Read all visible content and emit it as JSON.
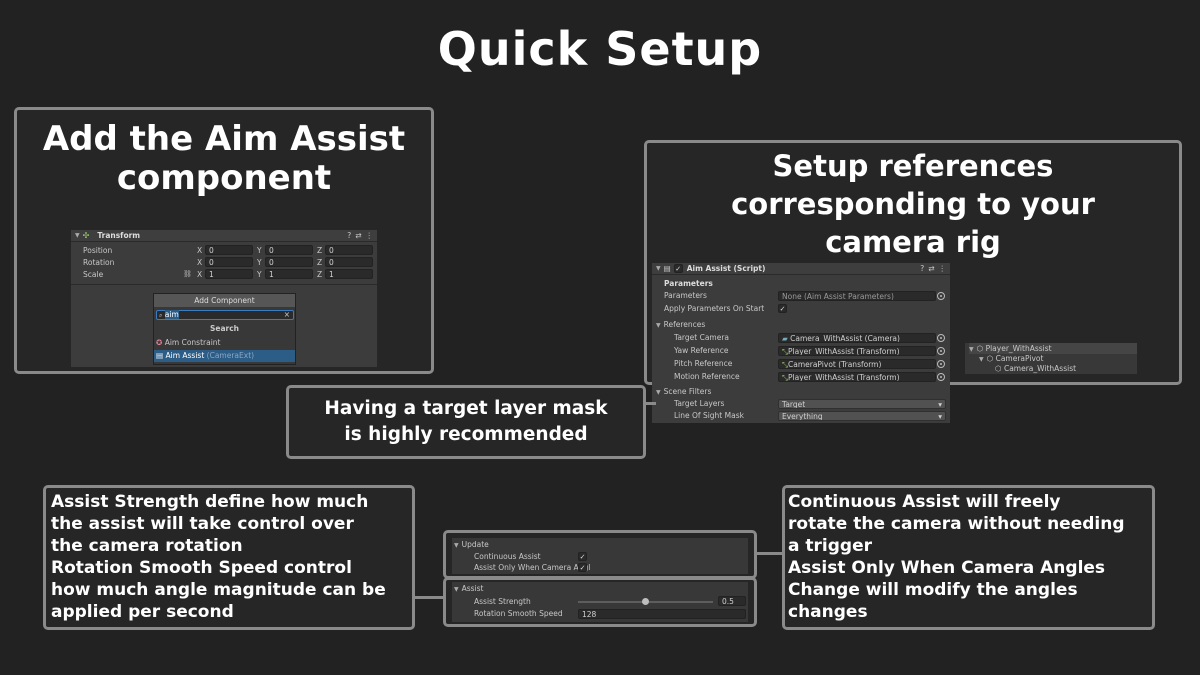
{
  "title": "Quick Setup",
  "panel_add": {
    "title_line1": "Add the Aim Assist",
    "title_line2": "component",
    "transform_header": "Transform",
    "rows": [
      {
        "label": "Position",
        "x": "0",
        "y": "0",
        "z": "0"
      },
      {
        "label": "Rotation",
        "x": "0",
        "y": "0",
        "z": "0"
      },
      {
        "label": "Scale",
        "x": "1",
        "y": "1",
        "z": "1"
      }
    ],
    "axis_x": "X",
    "axis_y": "Y",
    "axis_z": "Z",
    "add_component": "Add Component",
    "search_value": "aim",
    "search_header": "Search",
    "result_1": "Aim Constraint",
    "result_2": "Aim Assist",
    "result_2_ns": "(CameraExt)"
  },
  "panel_refs": {
    "title_line1": "Setup references",
    "title_line2": "corresponding to your",
    "title_line3": "camera rig",
    "script_header": "Aim Assist (Script)",
    "parameters_section": "Parameters",
    "parameters_label": "Parameters",
    "parameters_value": "None (Aim Assist Parameters)",
    "apply_label": "Apply Parameters On Start",
    "references_section": "References",
    "target_camera_label": "Target Camera",
    "target_camera_value": "Camera_WithAssist (Camera)",
    "yaw_label": "Yaw Reference",
    "yaw_value": "Player_WithAssist (Transform)",
    "pitch_label": "Pitch Reference",
    "pitch_value": "CameraPivot (Transform)",
    "motion_label": "Motion Reference",
    "motion_value": "Player_WithAssist (Transform)",
    "scene_filters_section": "Scene Filters",
    "target_layers_label": "Target Layers",
    "target_layers_value": "Target",
    "los_label": "Line Of Sight Mask",
    "los_value": "Everything",
    "hierarchy": [
      "Player_WithAssist",
      "CameraPivot",
      "Camera_WithAssist"
    ]
  },
  "note_layer": {
    "line1": "Having a target layer mask",
    "line2": "is highly recommended"
  },
  "note_strength": {
    "lines": [
      "Assist Strength define how much",
      "the assist will take control over",
      "the camera rotation",
      "Rotation Smooth Speed control",
      "how much angle magnitude can be",
      "applied per second"
    ]
  },
  "note_continuous": {
    "lines": [
      "Continuous Assist will freely",
      "rotate the camera without needing",
      "a trigger",
      "Assist Only When Camera Angles",
      "Change will modify the angles",
      "changes"
    ]
  },
  "update_panel": {
    "section": "Update",
    "continuous_label": "Continuous Assist",
    "only_when_label": "Assist Only When Camera Angl"
  },
  "assist_panel": {
    "section": "Assist",
    "strength_label": "Assist Strength",
    "strength_value": "0.5",
    "strength_level": 0.5,
    "smooth_label": "Rotation Smooth Speed",
    "smooth_value": "128"
  },
  "colors": {
    "background": "#222222",
    "border": "#8a8a8a",
    "selection": "#2c5d87"
  }
}
